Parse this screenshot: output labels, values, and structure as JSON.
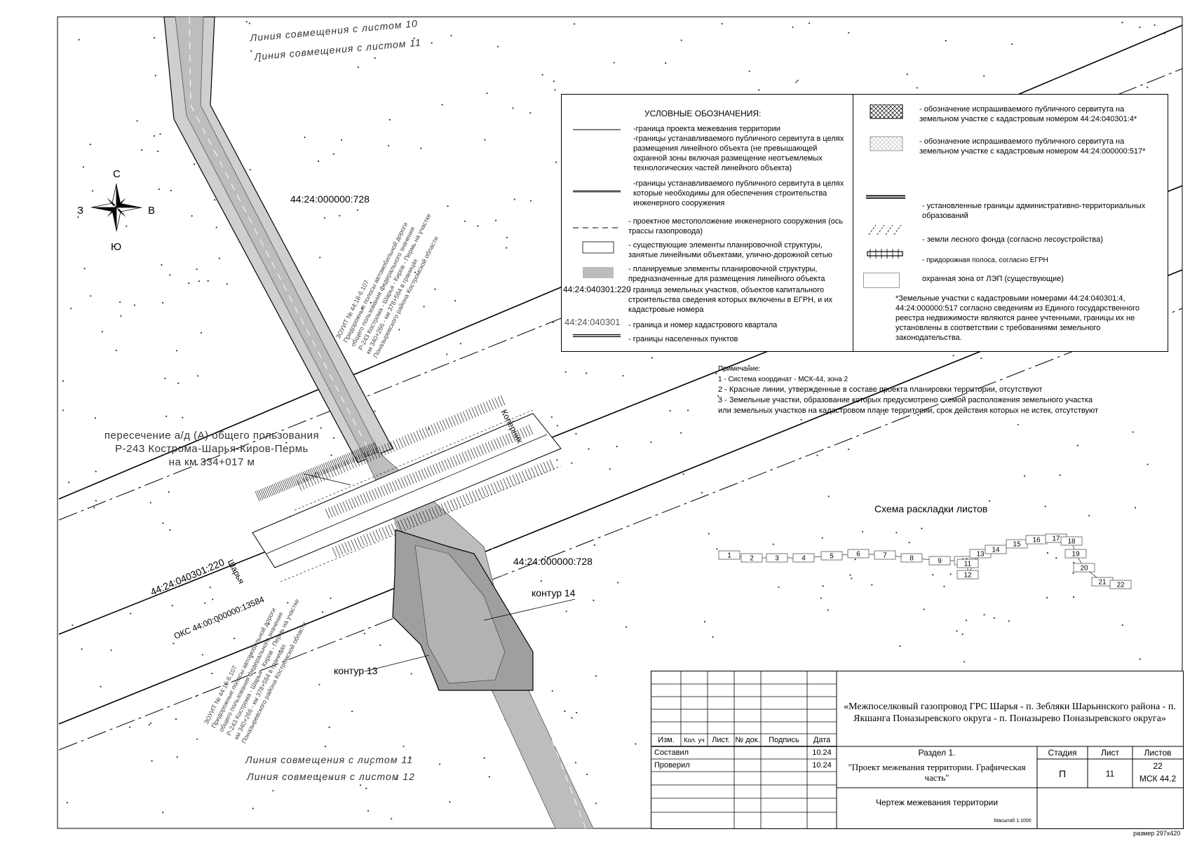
{
  "map": {
    "match_lines": {
      "top_10": "Линия совмещения с листом 10",
      "top_11": "Линия совмещения с листом 11",
      "bottom_11": "Линия совмещения с листом 11",
      "bottom_12": "Линия совмещения с листом 12"
    },
    "compass": {
      "north": "С",
      "south": "Ю",
      "west": "З",
      "east": "В"
    },
    "parcel_728_upper": "44:24:000000:728",
    "parcel_728_right": "44:24:000000:728",
    "parcel_220": "44:24:040301:220",
    "oks": "ОКС 44:00:000000:13584",
    "contour_13": "контур 13",
    "contour_14": "контур 14",
    "street_koperny": "Коперник",
    "street_shar": "Шарья",
    "crossing": {
      "line1": "пересечение а/д (А) общего пользования",
      "line2": "Р-243 Кострома-Шарья-Киров-Пермь",
      "line3": "на км 334+017 м"
    },
    "zouit_upper": [
      "ЗОУИТ № 44:18-6.107",
      "Придорожные полосы автомобильной дороги",
      "общего пользования федерального значения",
      "Р-243 Кострома - Шарья - Киров - Пермь на участке",
      "км 340+266 - км 378+564 в границах",
      "Поназыревского района Костромской области"
    ],
    "zouit_lower": [
      "ЗОУИТ № 44:18-6.107",
      "Придорожные полосы автомобильной дороги",
      "общего пользования федерального значения",
      "Р-243 Кострома - Шарья - Киров - Пермь на участке",
      "км 340+266 - км 378+564 в границах",
      "Поназыревского района Костромской области"
    ]
  },
  "legend": {
    "title": "УСЛОВНЫЕ ОБОЗНАЧЕНИЯ:",
    "items": [
      "-граница проекта межевания территории",
      "-границы устанавливаемого публичного сервитута в целях размещения линейного объекта (не превышающей охранной зоны включая размещение неотъемлемых технологических частей линейного объекта)",
      "-границы устанавливаемого публичного сервитута в целях которые необходимы для обеспечения строительства инженерного сооружения",
      "- проектное местоположение инженерного сооружения (ось трассы газопровода)",
      "- существующие элементы планировочной структуры, занятые линейными объектами, улично-дорожной сетью",
      "- планируемые элементы планировочной структуры, предназначенные для размещения линейного объекта",
      "- граница земельных участков, объектов капитального строительства сведения которых включены в ЕГРН, и их кадастровые номера",
      "- граница и номер кадастрового квартала",
      "- границы населенных пунктов"
    ],
    "sample_parcel": "44:24:040301:220",
    "sample_quarter": "44:24:040301",
    "right_items": [
      "- обозначение испрашиваемого публичного сервитута на земельном участке с кадастровым номером 44:24:040301:4*",
      "- обозначение испрашиваемого публичного сервитута на земельном участке с кадастровым номером 44:24:000000:517*",
      "- установленные границы административно-территориальных образований",
      "- земли лесного фонда (согласно лесоустройства)",
      "- придорожная полоса, согласно ЕГРН",
      "охранная зона от ЛЭП (существующие)"
    ],
    "footnote": "*Земельные участки с кадастровыми номерами 44:24:040301:4, 44:24:000000:517 согласно сведениям из Единого государственного реестра недвижимости являются ранее учтенными, границы их не установлены в соответствии с требованиями земельного законодательства."
  },
  "notes": {
    "title": "Примечание:",
    "items": [
      "1 - Система координат - МСК-44, зона 2",
      "2 - Красные линии, утвержденные в составе проекта планировки территории, отсутствуют",
      "3 - Земельные участки, образование которых предусмотрено схемой расположения земельного участка",
      "или земельных участков на кадастровом плане территории, срок действия которых не истек, отсутствуют"
    ]
  },
  "scheme": {
    "title": "Схема раскладки листов",
    "sheets": [
      "1",
      "2",
      "3",
      "4",
      "5",
      "6",
      "7",
      "8",
      "9",
      "10",
      "11",
      "12",
      "13",
      "14",
      "15",
      "16",
      "17",
      "18",
      "19",
      "20",
      "21",
      "22"
    ]
  },
  "stamp": {
    "headers": [
      "Изм.",
      "Кол. уч",
      "Лист.",
      "№ док.",
      "Подпись",
      "Дата"
    ],
    "rows": [
      {
        "role": "Составил",
        "date": "10.24"
      },
      {
        "role": "Проверил",
        "date": "10.24"
      }
    ],
    "project_title": "«Межпоселковый газопровод ГРС Шарья - п. Зебляки Шарьинского района - п. Якшанга Поназыревского округа - п. Поназырево Поназыревского округа»",
    "section": "Раздел 1.",
    "section_name": "\"Проект межевания территории. Графическая часть\"",
    "stage_label": "Стадия",
    "sheet_label": "Лист",
    "sheets_label": "Листов",
    "stage": "П",
    "sheet": "11",
    "sheets_total": "22",
    "code": "МСК 44.2",
    "drawing_name": "Чертеж межевания территории",
    "scale": "Масштаб 1:1000"
  },
  "format_label": "размер 297x420",
  "colors": {
    "road_fill": "#c8c8c8",
    "road_dark": "#9a9a9a",
    "line": "#000000"
  }
}
